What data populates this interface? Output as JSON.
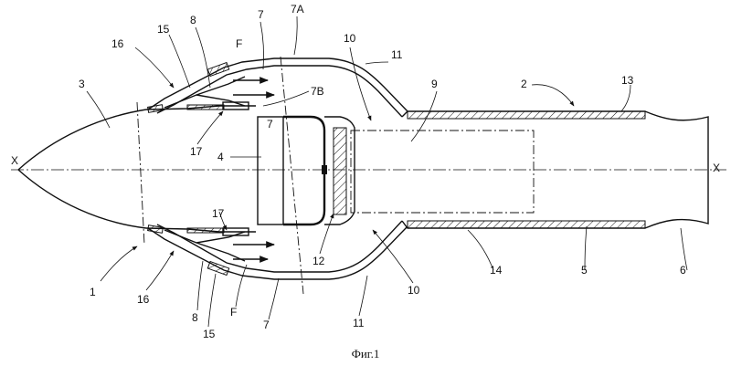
{
  "figure": {
    "caption": "Фиг.1",
    "labels": {
      "l1": "1",
      "l2": "2",
      "l3": "3",
      "l4": "4",
      "l5": "5",
      "l6": "6",
      "l7a": "7",
      "l7b": "7",
      "l7c": "7",
      "l7A": "7A",
      "l7B": "7B",
      "l8a": "8",
      "l8b": "8",
      "l9": "9",
      "l10a": "10",
      "l10b": "10",
      "l11a": "11",
      "l11b": "11",
      "l12": "12",
      "l13": "13",
      "l14": "14",
      "l15a": "15",
      "l15b": "15",
      "l16a": "16",
      "l16b": "16",
      "l17a": "17",
      "l17b": "17",
      "Fa": "F",
      "Fb": "F",
      "Xl": "X",
      "Xr": "X"
    }
  }
}
